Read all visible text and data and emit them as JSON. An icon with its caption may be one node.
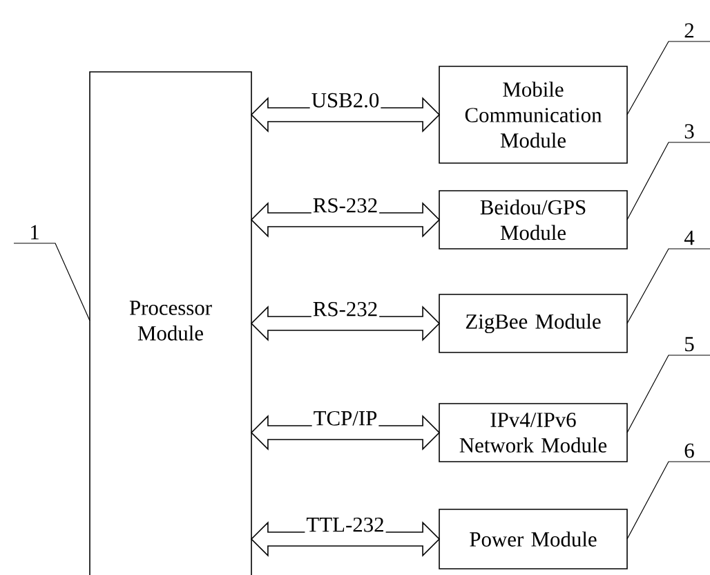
{
  "diagram": {
    "nodes": [
      {
        "text": [
          "Processor Module"
        ]
      },
      {
        "text": [
          "Mobile Communication Module"
        ]
      },
      {
        "text": [
          "Beidou/GPS Module"
        ]
      },
      {
        "text": [
          "ZigBee Module"
        ]
      },
      {
        "text": [
          "IPv4/IPv6 Network Module"
        ]
      },
      {
        "text": [
          "Power Module"
        ]
      },
      {
        "text": [
          "1"
        ]
      },
      {
        "text": [
          "2"
        ]
      },
      {
        "text": [
          "3"
        ]
      },
      {
        "text": [
          "4"
        ]
      },
      {
        "text": [
          "5"
        ]
      },
      {
        "text": [
          "6"
        ]
      }
    ],
    "edges": [
      {
        "from": 0,
        "to": 1,
        "arrow": "both",
        "label": "USB2.0"
      },
      {
        "from": 0,
        "to": 2,
        "arrow": "both",
        "label": "RS-232"
      },
      {
        "from": 0,
        "to": 3,
        "arrow": "both",
        "label": "RS-232"
      },
      {
        "from": 0,
        "to": 4,
        "arrow": "both",
        "label": "TCP/IP"
      },
      {
        "from": 0,
        "to": 5,
        "arrow": "both",
        "label": "TTL-232"
      },
      {
        "from": 6,
        "to": 0,
        "arrow": "none"
      },
      {
        "from": 7,
        "to": 1,
        "arrow": "none"
      },
      {
        "from": 8,
        "to": 2,
        "arrow": "none"
      },
      {
        "from": 9,
        "to": 3,
        "arrow": "none"
      },
      {
        "from": 10,
        "to": 4,
        "arrow": "none"
      },
      {
        "from": 11,
        "to": 5,
        "arrow": "none"
      }
    ]
  }
}
